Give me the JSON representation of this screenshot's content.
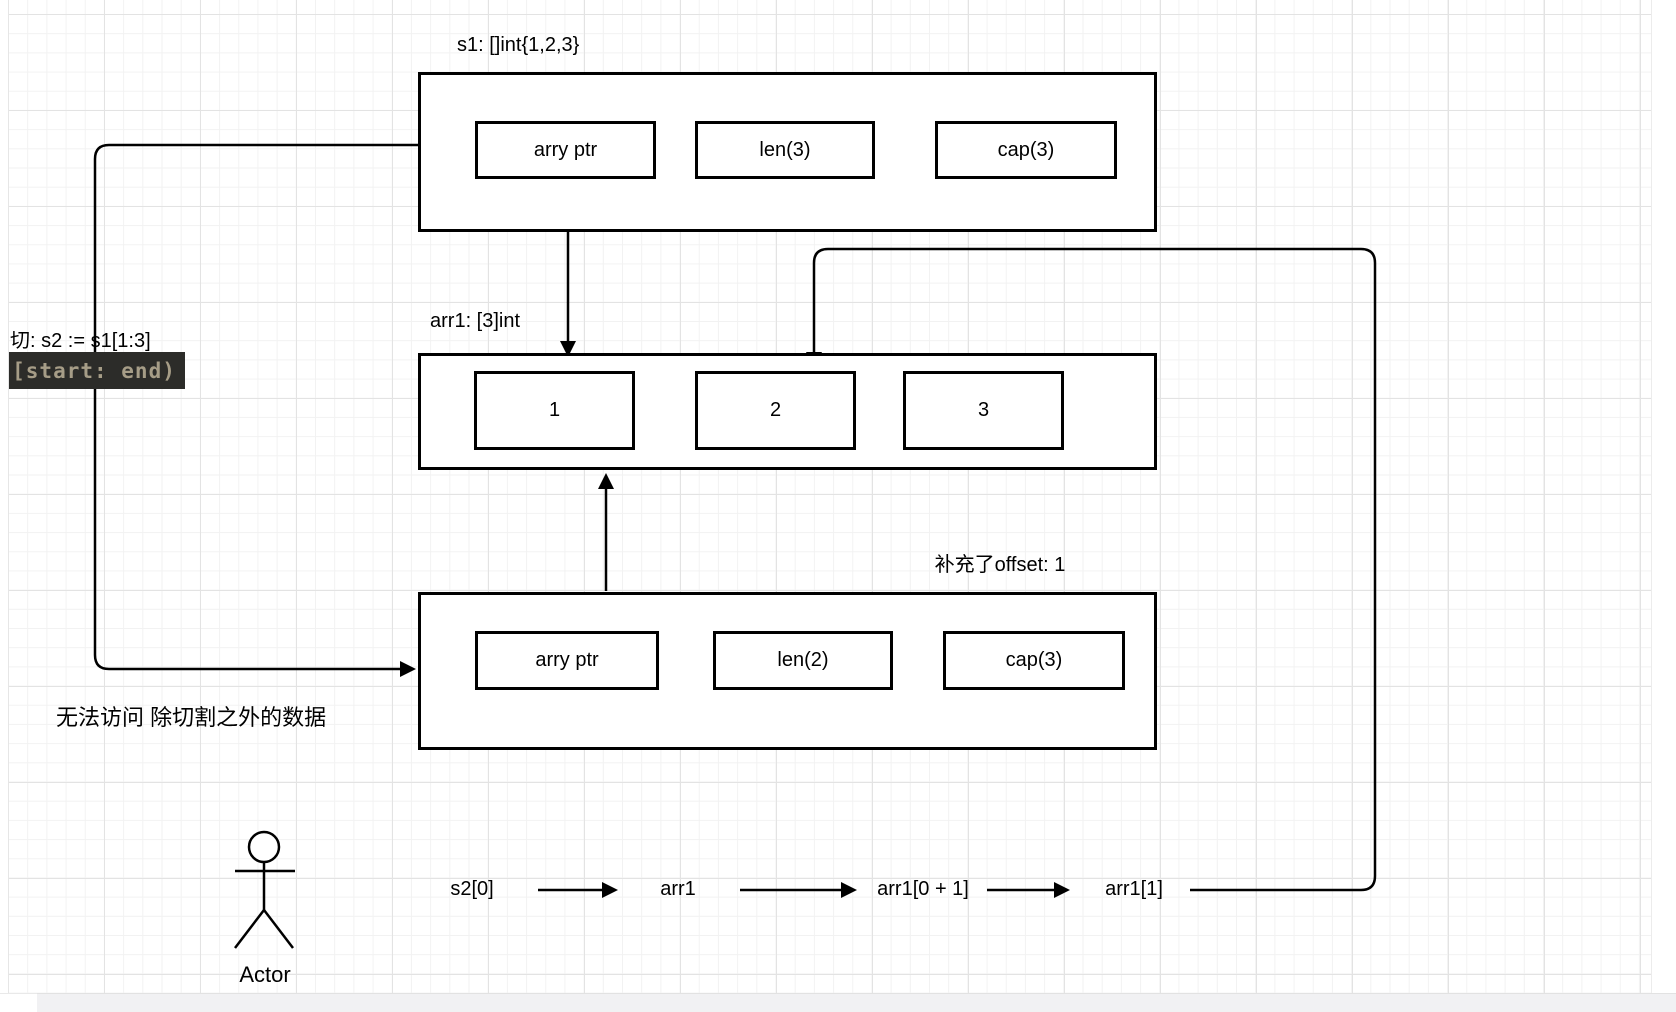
{
  "s1": {
    "label": "s1: []int{1,2,3}",
    "fields": [
      "arry ptr",
      "len(3)",
      "cap(3)"
    ]
  },
  "arr1": {
    "label": "arr1: [3]int",
    "cells": [
      "1",
      "2",
      "3"
    ]
  },
  "s2": {
    "note": "补充了offset: 1",
    "fields": [
      "arry ptr",
      "len(2)",
      "cap(3)"
    ]
  },
  "annotations": {
    "slice_op": "切: s2 := s1[1:3]",
    "range_notation": "[start: end)",
    "no_access": "无法访问 除切割之外的数据"
  },
  "actor": {
    "label": "Actor"
  },
  "sequence": {
    "items": [
      "s2[0]",
      "arr1",
      "arr1[0 + 1]",
      "arr1[1]"
    ]
  },
  "colors": {
    "stroke": "#000000",
    "chip_bg": "#2c2c29",
    "chip_text": "#a69d87"
  }
}
